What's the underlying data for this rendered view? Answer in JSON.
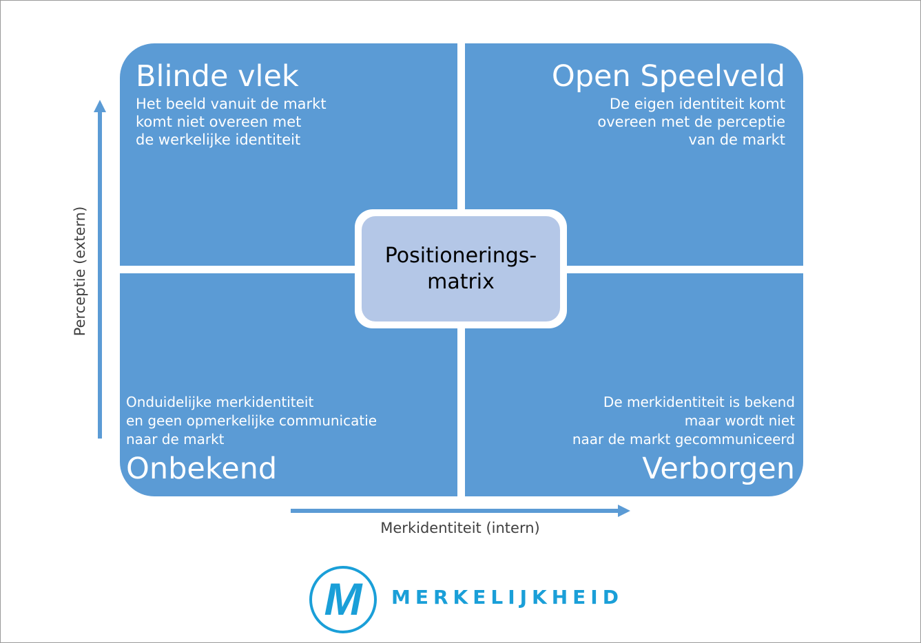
{
  "matrix": {
    "center_label": [
      "Positionerings-",
      "matrix"
    ],
    "quadrants": {
      "top_left": {
        "title": "Blinde vlek",
        "description": [
          "Het beeld vanuit de markt",
          "komt niet overeen met",
          "de werkelijke identiteit"
        ]
      },
      "top_right": {
        "title": "Open Speelveld",
        "description": [
          "De eigen identiteit komt",
          "overeen met de perceptie",
          "van de markt"
        ]
      },
      "bottom_left": {
        "title": "Onbekend",
        "description": [
          "Onduidelijke merkidentiteit",
          "en geen opmerkelijke communicatie",
          "naar de markt"
        ]
      },
      "bottom_right": {
        "title": "Verborgen",
        "description": [
          "De merkidentiteit is bekend",
          "maar wordt niet",
          "naar de markt gecommuniceerd"
        ]
      }
    },
    "colors": {
      "quadrant": "#5b9bd5",
      "center": "#b4c7e7",
      "axis": "#5b9bd5",
      "logo": "#1a9fd8"
    }
  },
  "axes": {
    "vertical_label": "Perceptie (extern)",
    "horizontal_label": "Merkidentiteit (intern)"
  },
  "logo": {
    "mark_letter": "M",
    "brand_name": "MERKELIJKHEID"
  }
}
